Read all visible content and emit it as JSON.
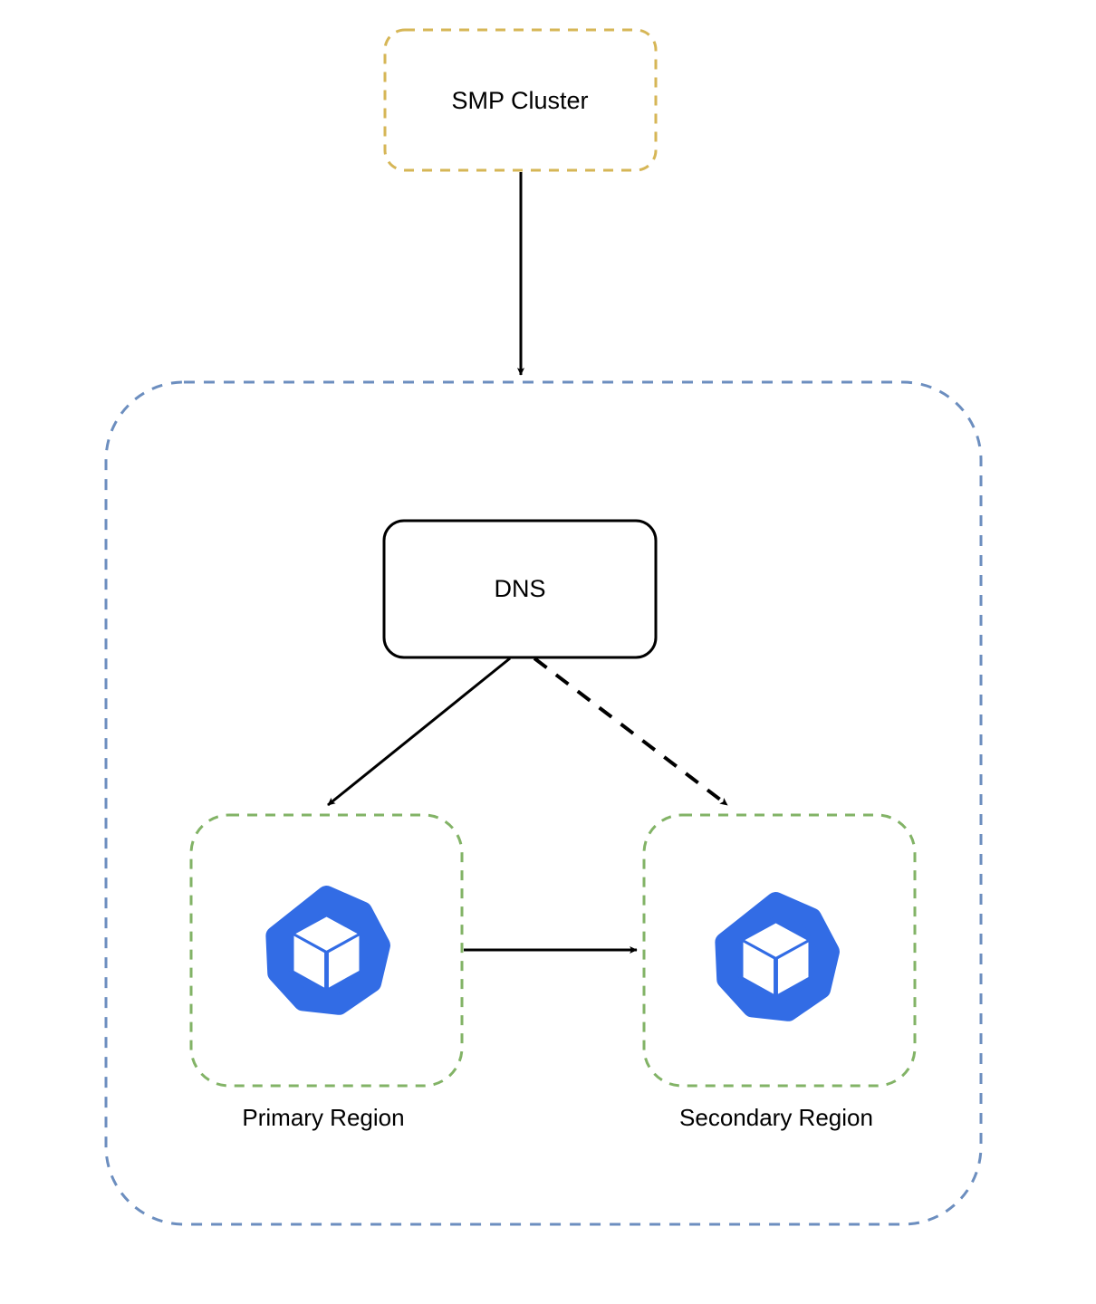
{
  "diagram": {
    "title_node": {
      "label": "SMP Cluster",
      "style": "dashed-rounded-rect",
      "border_color": "#d6b656",
      "fill": "#ffffff"
    },
    "outer_container": {
      "label": "",
      "style": "dashed-rounded-rect",
      "border_color": "#6c8ebf",
      "fill": "#ffffff"
    },
    "dns_node": {
      "label": "DNS",
      "style": "solid-rounded-rect",
      "border_color": "#000000",
      "fill": "#ffffff"
    },
    "regions": [
      {
        "label": "Primary Region",
        "icon": "kubernetes-icon",
        "border_color": "#82b366",
        "icon_color": "#326ce5"
      },
      {
        "label": "Secondary Region",
        "icon": "kubernetes-icon",
        "border_color": "#82b366",
        "icon_color": "#326ce5"
      }
    ],
    "connectors": [
      {
        "name": "smp-to-cluster",
        "from": "SMP Cluster",
        "to": "outer container",
        "style": "solid",
        "arrowhead": "filled"
      },
      {
        "name": "dns-to-primary",
        "from": "DNS",
        "to": "Primary Region",
        "style": "solid",
        "arrowhead": "filled"
      },
      {
        "name": "dns-to-secondary",
        "from": "DNS",
        "to": "Secondary Region",
        "style": "dashed",
        "arrowhead": "filled"
      },
      {
        "name": "primary-to-secondary",
        "from": "Primary Region",
        "to": "Secondary Region",
        "style": "solid",
        "arrowhead": "filled"
      }
    ],
    "colors": {
      "stroke_black": "#000000",
      "amber": "#d6b656",
      "blue": "#6c8ebf",
      "green": "#82b366",
      "k8s_blue": "#326ce5",
      "background": "#ffffff"
    }
  }
}
